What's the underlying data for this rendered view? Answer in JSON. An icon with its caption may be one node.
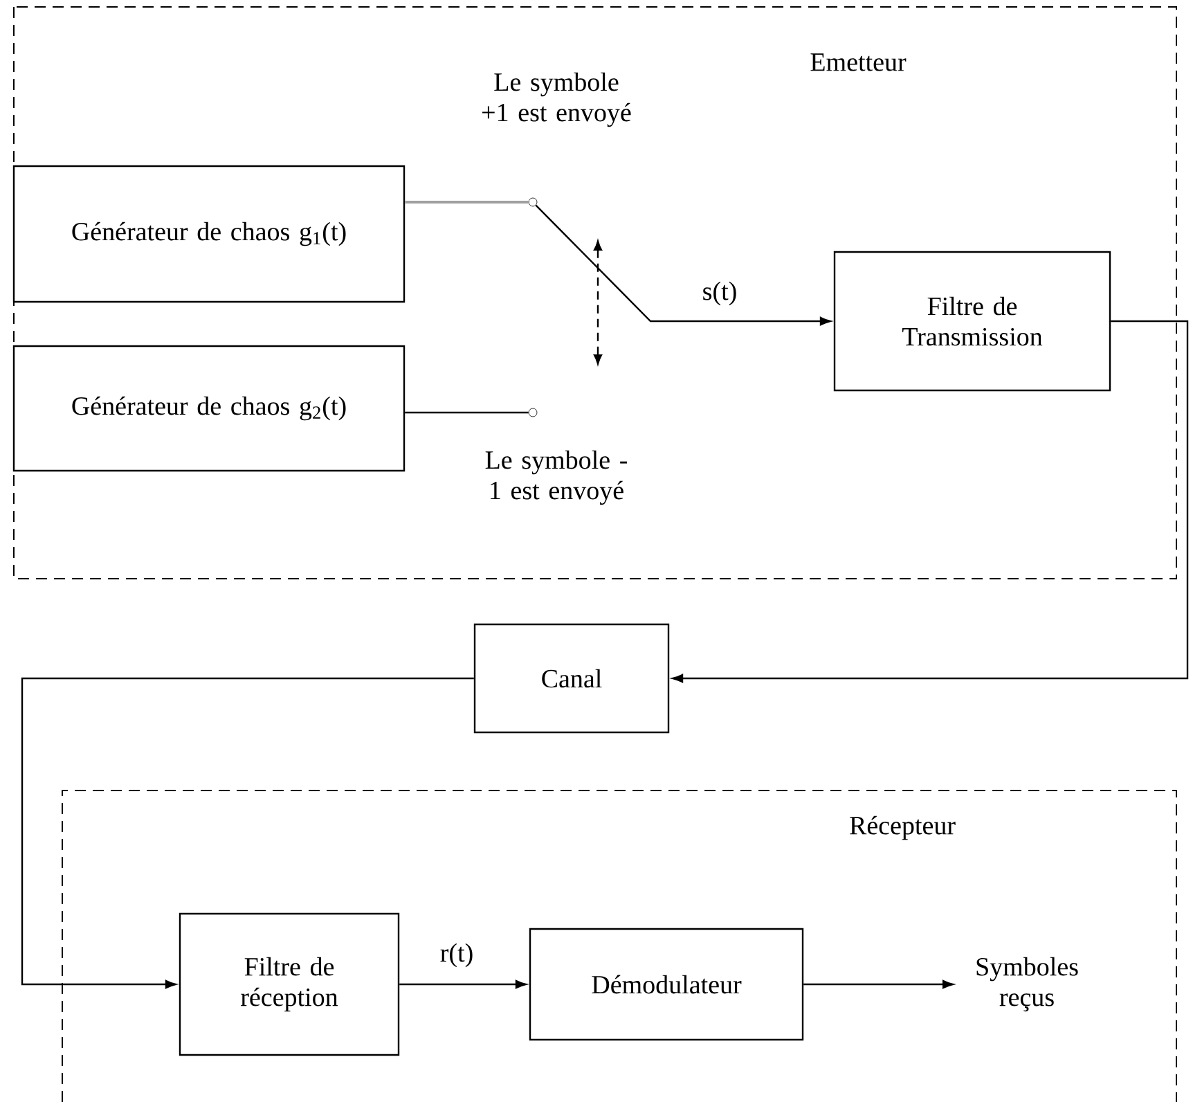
{
  "diagram": {
    "nodes": [
      {
        "text": [
          "Emetteur"
        ]
      },
      {
        "text": [
          "Générateur de chaos g$_{1}$(t)"
        ],
        "in": 0
      },
      {
        "text": [
          "Générateur de chaos g$_{2}$(t)"
        ],
        "in": 0
      },
      {
        "text": [],
        "shape": "circle",
        "beside": [
          "Le symbole +1 est envoyé"
        ],
        "in": 0
      },
      {
        "text": [],
        "shape": "circle",
        "beside": [
          "Le symbole -1 est envoyé"
        ],
        "in": 0
      },
      {
        "text": [
          "Filtre de Transmission"
        ],
        "in": 0
      },
      {
        "text": [
          "Canal"
        ]
      },
      {
        "text": [
          "Récepteur"
        ]
      },
      {
        "text": [
          "Filtre de réception"
        ],
        "in": 7
      },
      {
        "text": [
          "Démodulateur"
        ],
        "in": 7
      },
      {
        "text": [
          "Symboles reçus"
        ],
        "in": 7
      }
    ],
    "edges": [
      {
        "from": 1,
        "to": 3,
        "arrow": "none",
        "color": "#a0a0a0"
      },
      {
        "from": 2,
        "to": 4,
        "arrow": "none"
      },
      {
        "from": 3,
        "to": 5,
        "arrow": "to",
        "label": "s(t)"
      },
      {
        "from": 5,
        "to": 6,
        "arrow": "to"
      },
      {
        "from": 6,
        "to": 8,
        "arrow": "to"
      },
      {
        "from": 8,
        "to": 9,
        "arrow": "to",
        "label": "r(t)"
      },
      {
        "from": 9,
        "to": 10,
        "arrow": "to"
      }
    ]
  }
}
